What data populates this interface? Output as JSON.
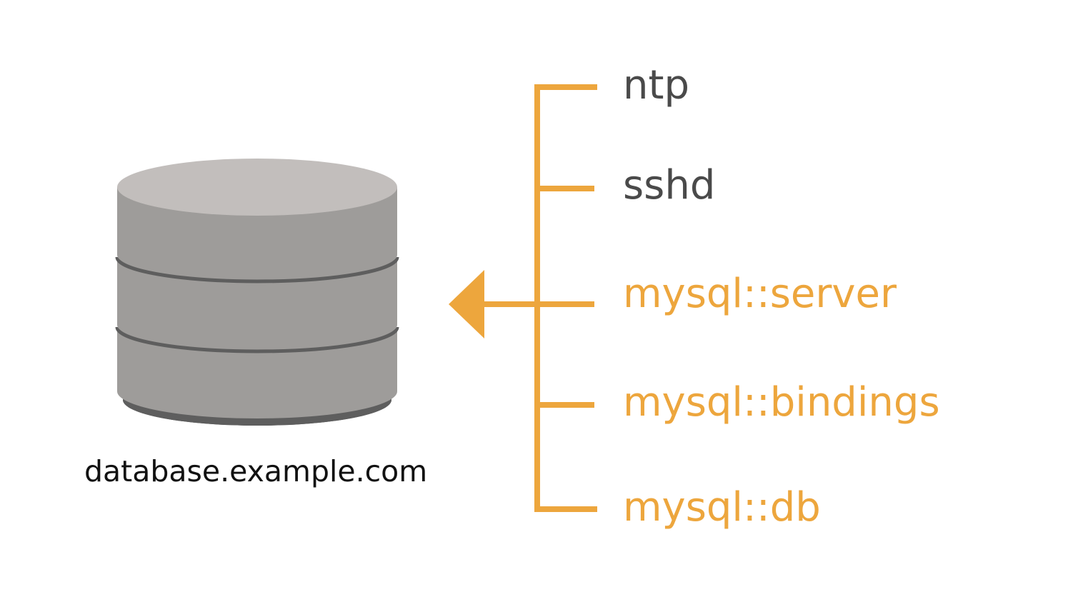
{
  "host": {
    "name": "database.example.com",
    "icon": "database-icon"
  },
  "colors": {
    "accent": "#EDA63D",
    "inactive_text": "#4a4a4a",
    "db_top": "#C2BEBC",
    "db_side": "#9E9C9A",
    "db_dark": "#5E5E5E"
  },
  "classes": [
    {
      "label": "ntp",
      "highlighted": false
    },
    {
      "label": "sshd",
      "highlighted": false
    },
    {
      "label": "mysql::server",
      "highlighted": true
    },
    {
      "label": "mysql::bindings",
      "highlighted": true
    },
    {
      "label": "mysql::db",
      "highlighted": true
    }
  ]
}
